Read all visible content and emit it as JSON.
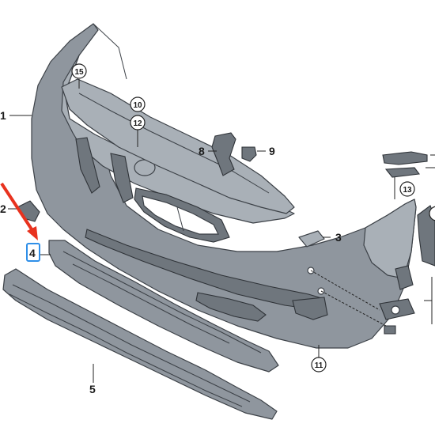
{
  "diagram": {
    "labels": {
      "part_1": "1",
      "part_2": "2",
      "part_3": "3",
      "part_4": "4",
      "part_5": "5",
      "part_8": "8",
      "part_9": "9"
    },
    "callouts": {
      "c10": "10",
      "c11": "11",
      "c12": "12",
      "c13": "13",
      "c15": "15"
    },
    "colors": {
      "highlight_box": "#2f8fe8",
      "arrow": "#e8321e",
      "part_fill": "#8f969e"
    }
  }
}
